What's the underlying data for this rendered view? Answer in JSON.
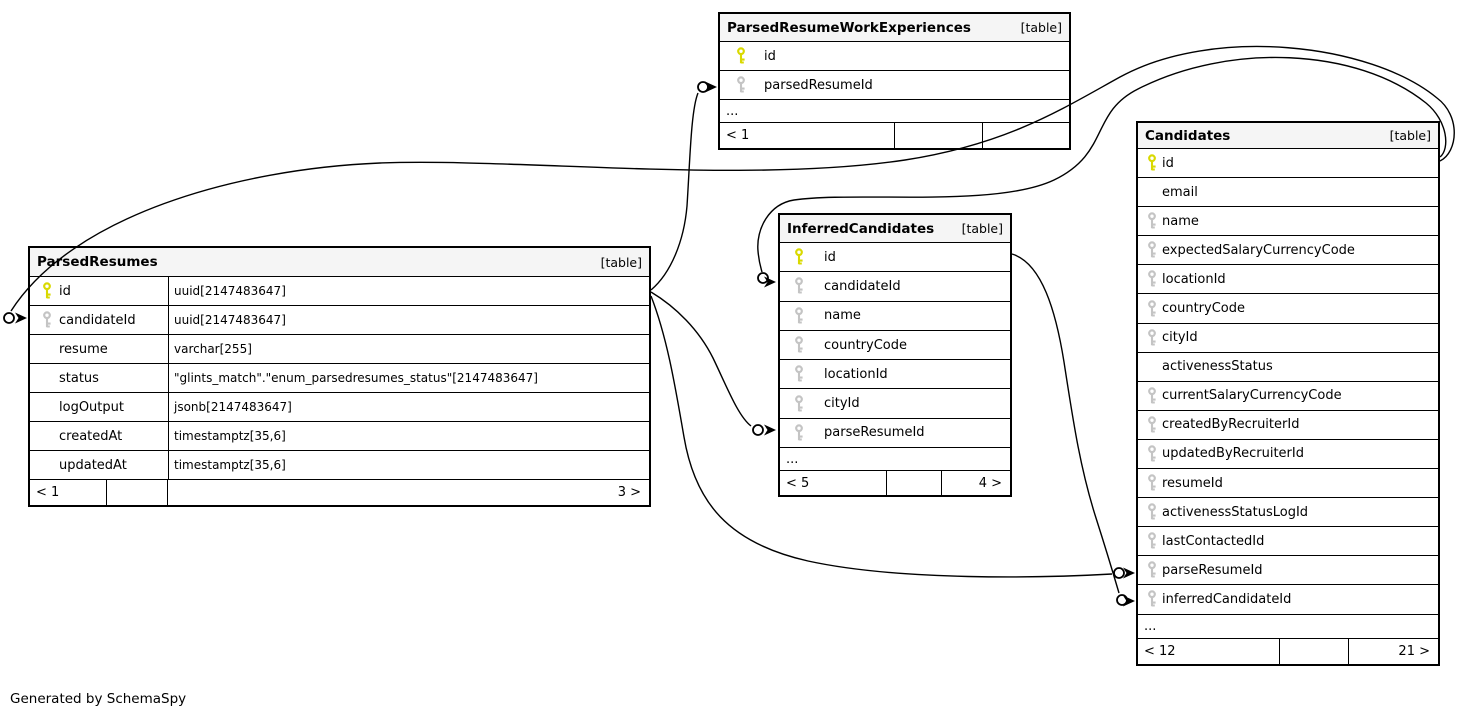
{
  "note": "Generated by SchemaSpy",
  "colors": {
    "primary_key": "#d9d900",
    "index_key": "#c4c4c4",
    "header_bg": "#f5f5f5",
    "line": "#000000"
  },
  "tables": [
    {
      "name": "ParsedResumeWorkExperiences",
      "tag": "[table]",
      "columns": [
        {
          "name": "id",
          "type": "",
          "key": "pk"
        },
        {
          "name": "parsedResumeId",
          "type": "",
          "key": "fk"
        }
      ],
      "more": "...",
      "footer": {
        "prev": "< 1",
        "mid": "",
        "next": ""
      }
    },
    {
      "name": "ParsedResumes",
      "tag": "[table]",
      "columns": [
        {
          "name": "id",
          "type": "uuid[2147483647]",
          "key": "pk"
        },
        {
          "name": "candidateId",
          "type": "uuid[2147483647]",
          "key": "fk"
        },
        {
          "name": "resume",
          "type": "varchar[255]",
          "key": ""
        },
        {
          "name": "status",
          "type": "\"glints_match\".\"enum_parsedresumes_status\"[2147483647]",
          "key": ""
        },
        {
          "name": "logOutput",
          "type": "jsonb[2147483647]",
          "key": ""
        },
        {
          "name": "createdAt",
          "type": "timestamptz[35,6]",
          "key": ""
        },
        {
          "name": "updatedAt",
          "type": "timestamptz[35,6]",
          "key": ""
        }
      ],
      "more": "",
      "footer": {
        "prev": "< 1",
        "mid": "",
        "next": "3 >"
      }
    },
    {
      "name": "InferredCandidates",
      "tag": "[table]",
      "columns": [
        {
          "name": "id",
          "type": "",
          "key": "pk"
        },
        {
          "name": "candidateId",
          "type": "",
          "key": "fk"
        },
        {
          "name": "name",
          "type": "",
          "key": "fk"
        },
        {
          "name": "countryCode",
          "type": "",
          "key": "fk"
        },
        {
          "name": "locationId",
          "type": "",
          "key": "fk"
        },
        {
          "name": "cityId",
          "type": "",
          "key": "fk"
        },
        {
          "name": "parseResumeId",
          "type": "",
          "key": "fk"
        }
      ],
      "more": "...",
      "footer": {
        "prev": "< 5",
        "mid": "",
        "next": "4 >"
      }
    },
    {
      "name": "Candidates",
      "tag": "[table]",
      "columns": [
        {
          "name": "id",
          "type": "",
          "key": "pk"
        },
        {
          "name": "email",
          "type": "",
          "key": ""
        },
        {
          "name": "name",
          "type": "",
          "key": "fk"
        },
        {
          "name": "expectedSalaryCurrencyCode",
          "type": "",
          "key": "fk"
        },
        {
          "name": "locationId",
          "type": "",
          "key": "fk"
        },
        {
          "name": "countryCode",
          "type": "",
          "key": "fk"
        },
        {
          "name": "cityId",
          "type": "",
          "key": "fk"
        },
        {
          "name": "activenessStatus",
          "type": "",
          "key": ""
        },
        {
          "name": "currentSalaryCurrencyCode",
          "type": "",
          "key": "fk"
        },
        {
          "name": "createdByRecruiterId",
          "type": "",
          "key": "fk"
        },
        {
          "name": "updatedByRecruiterId",
          "type": "",
          "key": "fk"
        },
        {
          "name": "resumeId",
          "type": "",
          "key": "fk"
        },
        {
          "name": "activenessStatusLogId",
          "type": "",
          "key": "fk"
        },
        {
          "name": "lastContactedId",
          "type": "",
          "key": "fk"
        },
        {
          "name": "parseResumeId",
          "type": "",
          "key": "fk"
        },
        {
          "name": "inferredCandidateId",
          "type": "",
          "key": "fk"
        }
      ],
      "more": "...",
      "footer": {
        "prev": "< 12",
        "mid": "",
        "next": "21 >"
      }
    }
  ]
}
